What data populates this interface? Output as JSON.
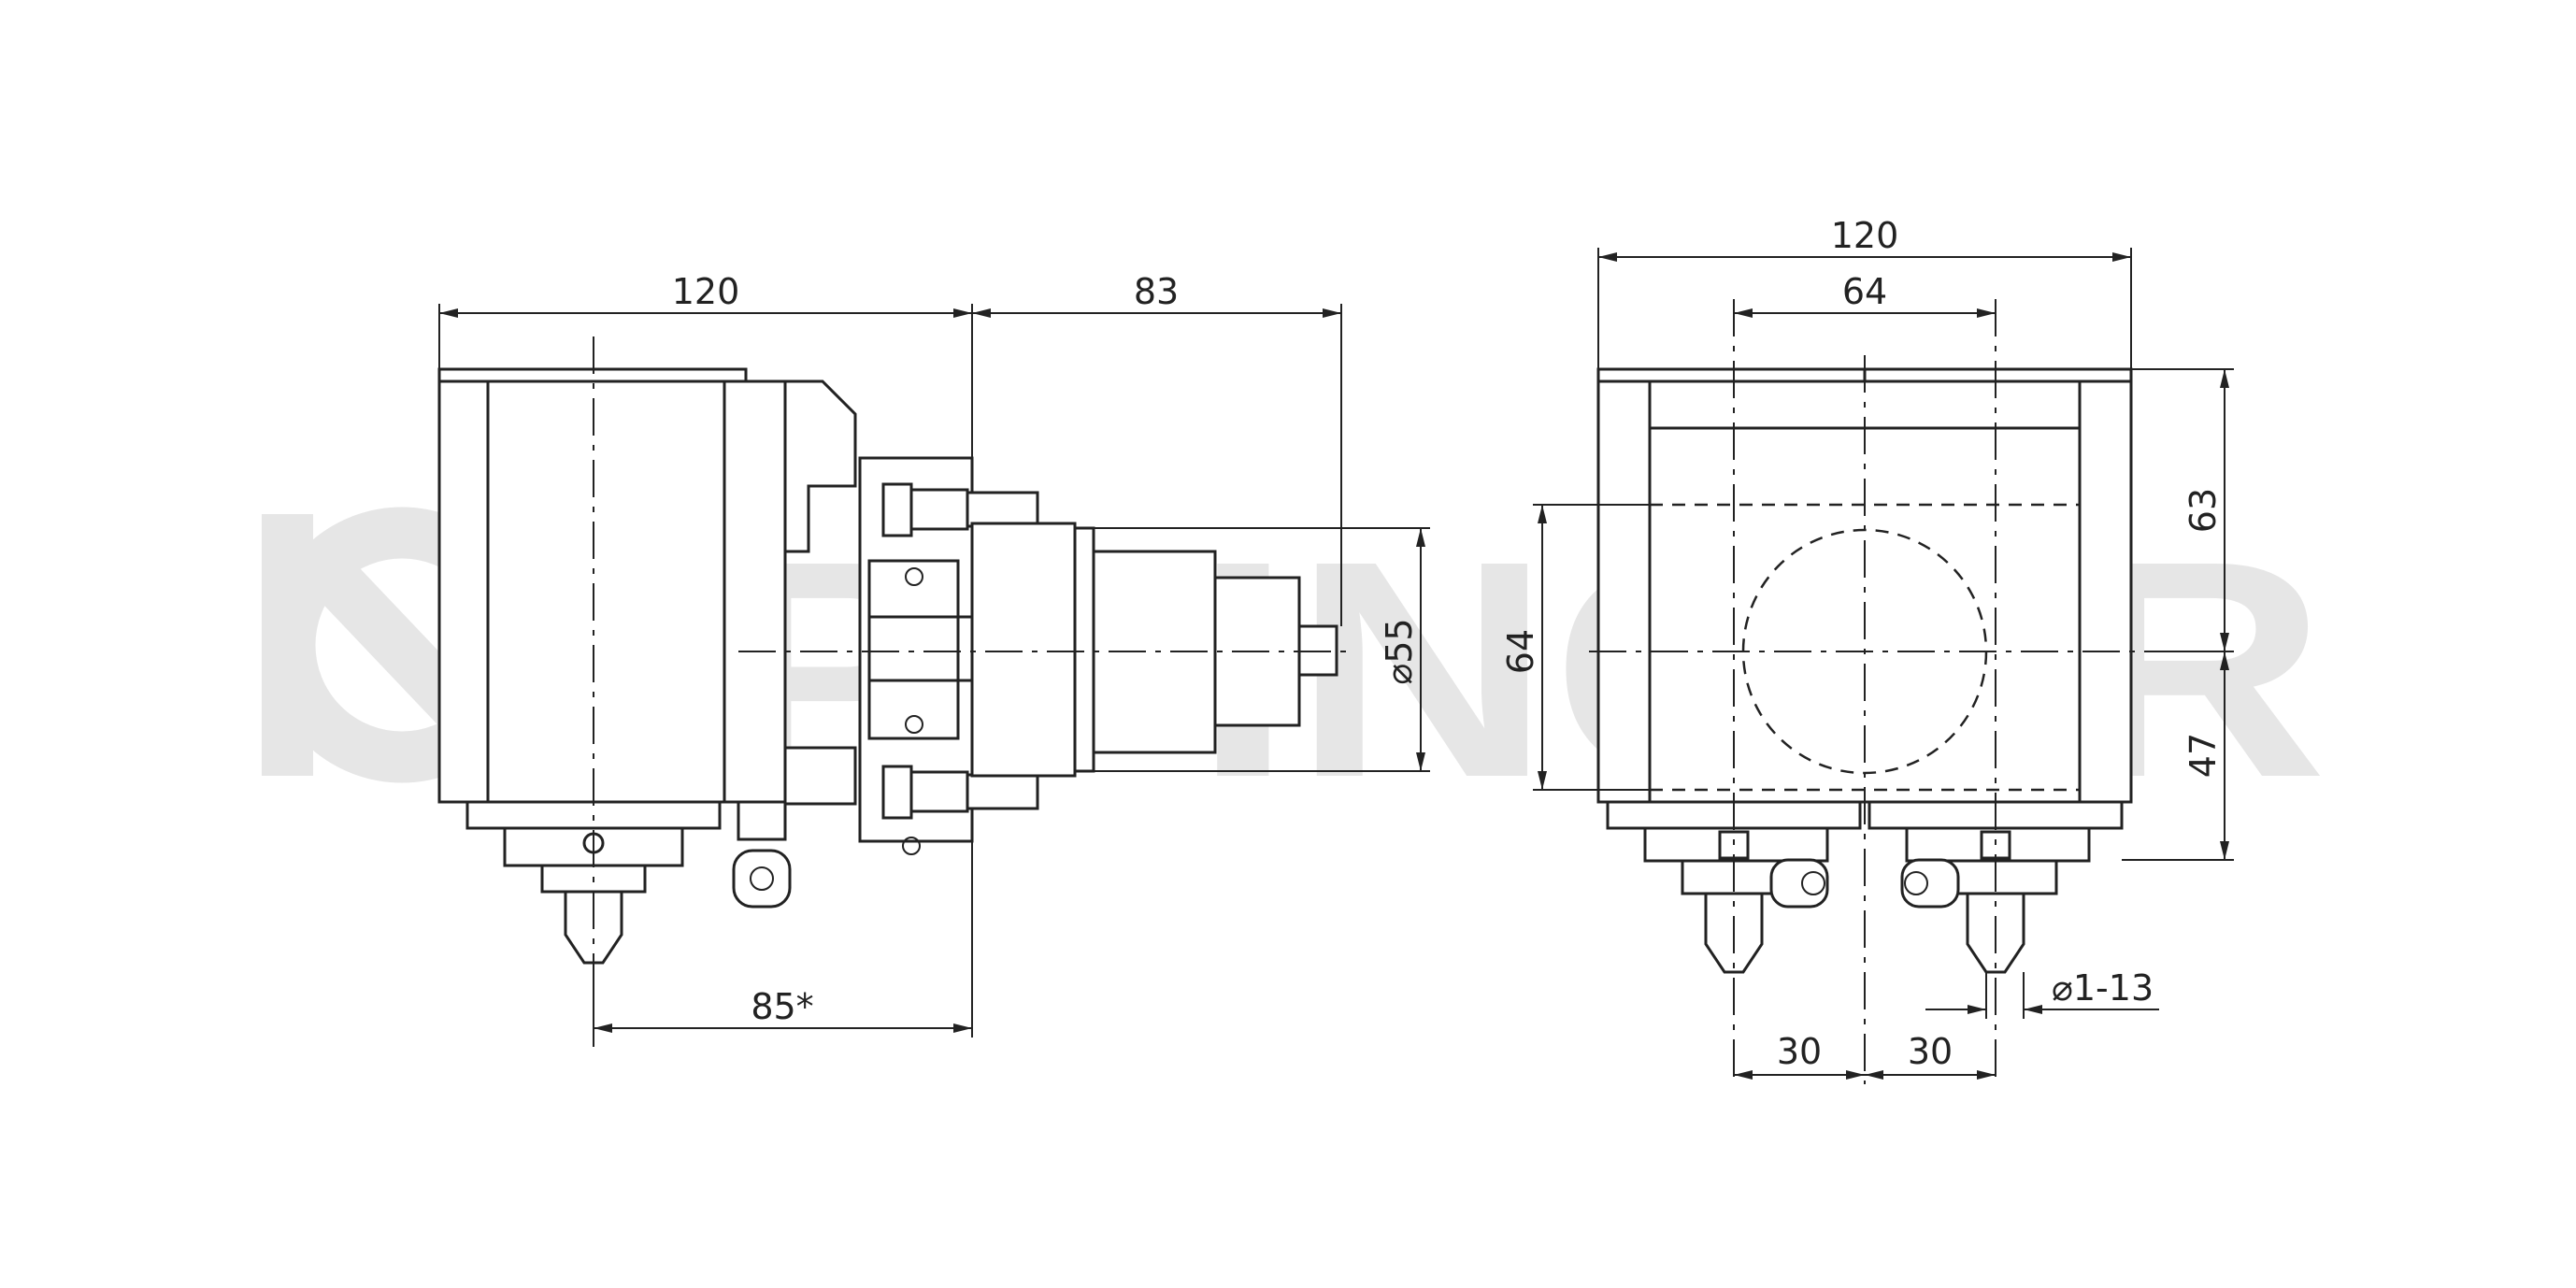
{
  "watermark": {
    "text": "EPPINGER",
    "color": "#e6e6e6"
  },
  "colors": {
    "line": "#222222",
    "background": "#ffffff"
  },
  "side_view": {
    "dims": {
      "width": "120",
      "spindle_length": "83",
      "diameter": "⌀55",
      "offset": "85*"
    }
  },
  "front_view": {
    "dims": {
      "width": "120",
      "center_distance": "64",
      "height_upper": "63",
      "height_lower": "47",
      "flange_height": "64",
      "left_offset": "30",
      "right_offset": "30",
      "tool_range": "⌀1-13"
    }
  }
}
